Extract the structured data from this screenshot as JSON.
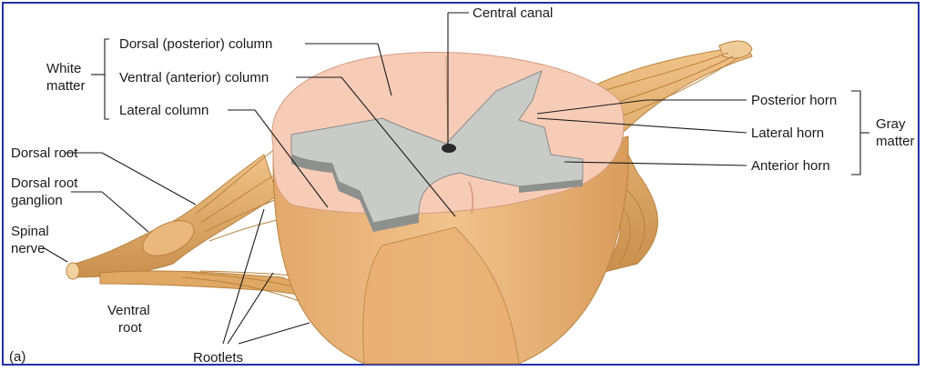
{
  "labels": {
    "central_canal": "Central canal",
    "dorsal_column": "Dorsal (posterior) column",
    "ventral_column": "Ventral (anterior) column",
    "lateral_column": "Lateral column",
    "white_matter_line1": "White",
    "white_matter_line2": "matter",
    "dorsal_root": "Dorsal root",
    "dorsal_root_ganglion_line1": "Dorsal root",
    "dorsal_root_ganglion_line2": "ganglion",
    "spinal_nerve_line1": "Spinal",
    "spinal_nerve_line2": "nerve",
    "ventral_root_line1": "Ventral",
    "ventral_root_line2": "root",
    "rootlets": "Rootlets",
    "posterior_horn": "Posterior horn",
    "lateral_horn": "Lateral horn",
    "anterior_horn": "Anterior horn",
    "gray_matter_line1": "Gray",
    "gray_matter_line2": "matter",
    "panel": "(a)"
  },
  "colors": {
    "frame": "#2430a8",
    "white_matter_top": "#f6c9b3",
    "white_matter_side": "#e9b27a",
    "gray_matter": "#c9cbc8",
    "nerve": "#e3ac6a",
    "nerve_dark": "#b9823f"
  }
}
